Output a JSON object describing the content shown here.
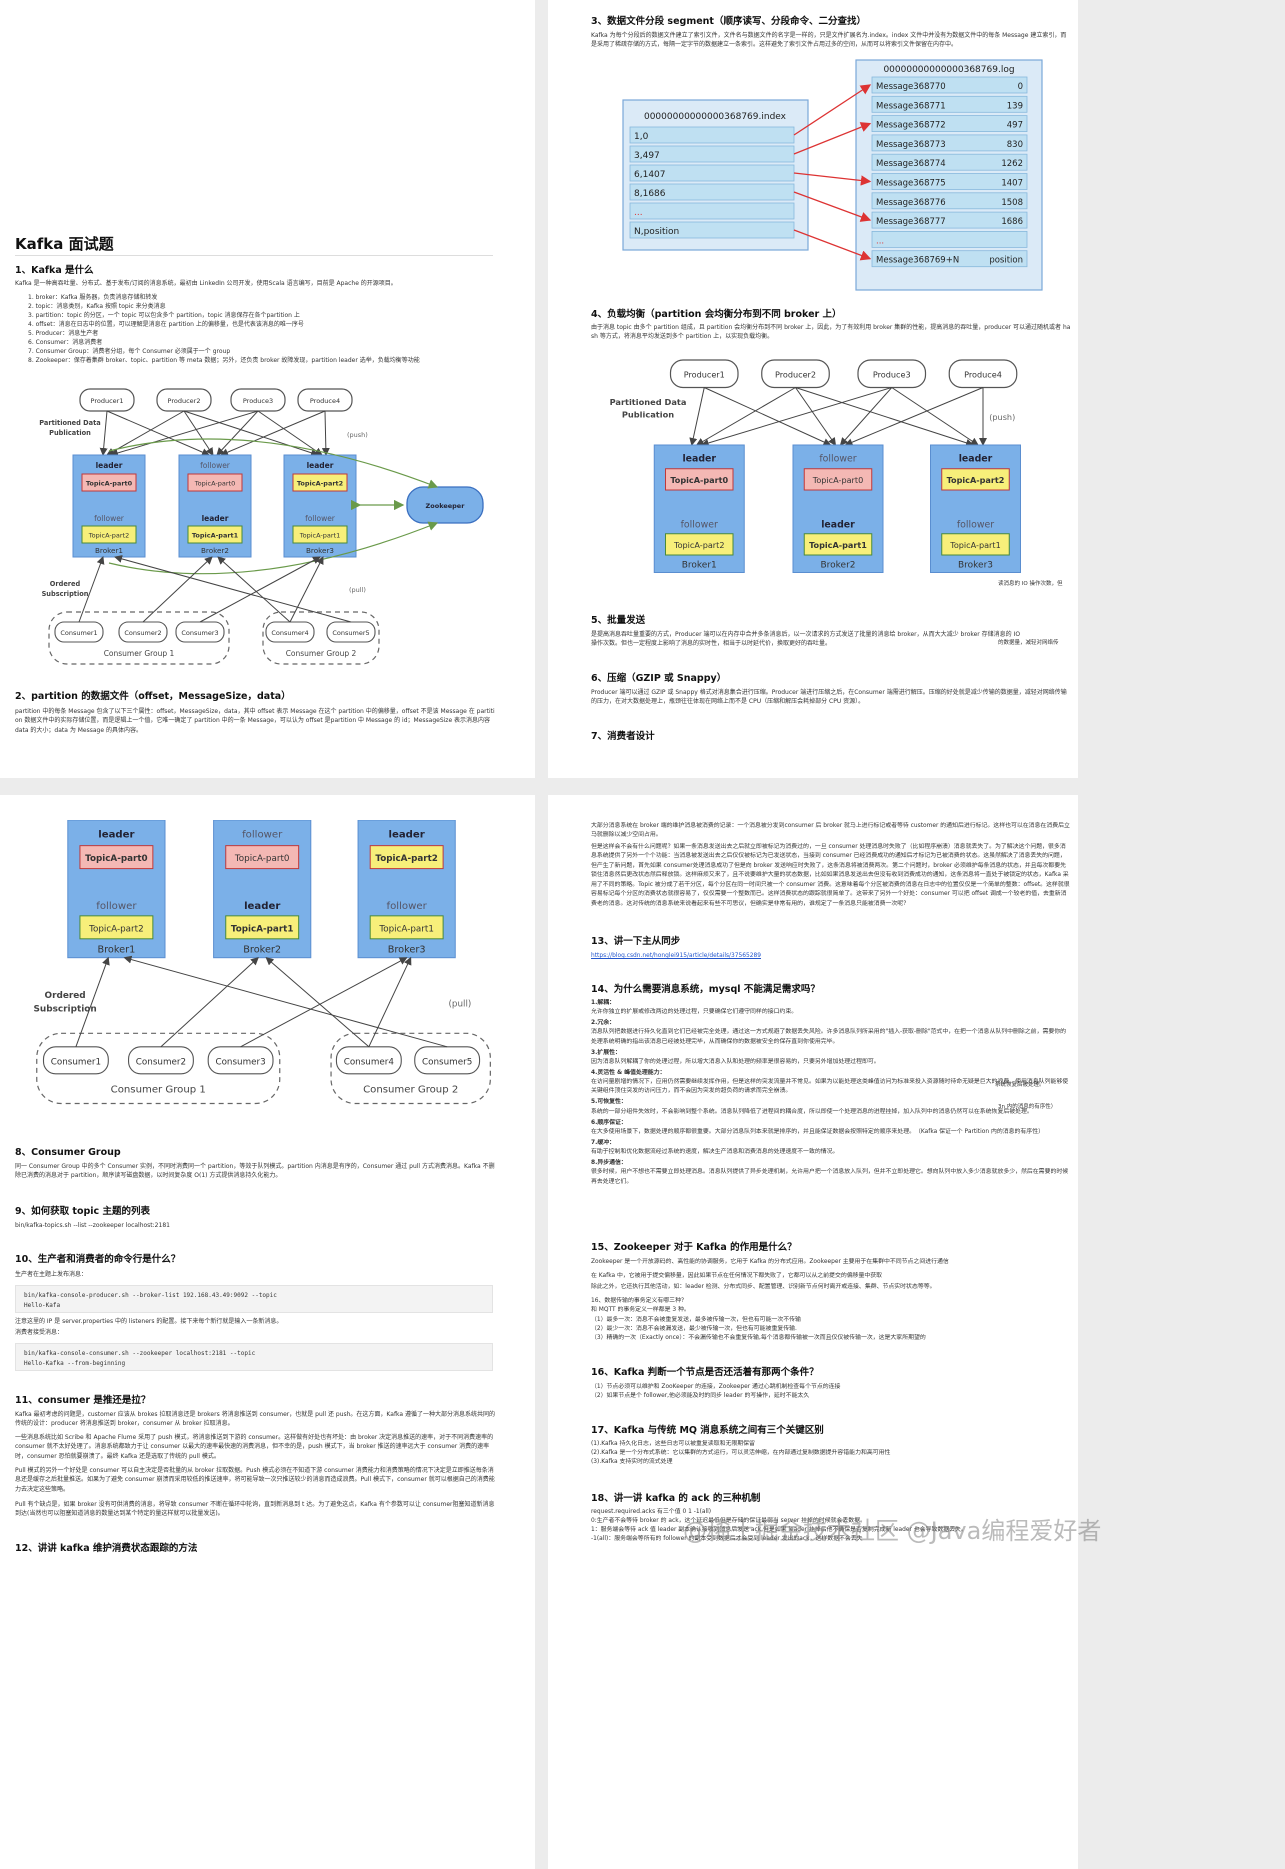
{
  "page1": {
    "title": "Kafka 面试题",
    "q1_title": "1、Kafka 是什么",
    "q1_intro": "Kafka 是一种高吞吐量、分布式、基于发布/订阅的消息系统，最初由 LinkedIn 公司开发，使用Scala 语言编写，目前是 Apache 的开源项目。",
    "q1_items": [
      "1. broker：Kafka 服务器，负责消息存储和转发",
      "2. topic：消息类别，Kafka 按照 topic 来分类消息",
      "3. partition：topic 的分区，一个 topic 可以包含多个 partition，topic 消息保存在各个partition 上",
      "4. offset：消息在日志中的位置，可以理解是消息在 partition 上的偏移量，也是代表该消息的唯一序号",
      "5. Producer：消息生产者",
      "6. Consumer：消息消费者",
      "7. Consumer Group：消费者分组，每个 Consumer 必须属于一个 group",
      "8. Zookeeper：保存着集群 broker、topic、partition 等 meta 数据；另外，还负责 broker 故障发现，partition leader 选举，负载均衡等功能"
    ],
    "q2_title": "2、partition 的数据文件（offset，MessageSize，data）",
    "q2_text": "partition 中的每条 Message 包含了以下三个属性：offset，MessageSize，data，其中 offset 表示 Message 在这个 partition 中的偏移量，offset 不是该 Message 在 partition 数据文件中的实际存储位置，而是逻辑上一个值，它唯一确定了 partition 中的一条 Message，可以认为 offset 是partition 中 Message 的 id；MessageSize 表示消息内容 data 的大小；data 为 Message 的具体内容。"
  },
  "page2": {
    "q3_title": "3、数据文件分段 segment（顺序读写、分段命令、二分查找）",
    "q3_text": "Kafka 为每个分段后的数据文件建立了索引文件，文件名与数据文件的名字是一样的，只是文件扩展名为.index。index 文件中并没有为数据文件中的每条 Message 建立索引，而是采用了稀疏存储的方式，每隔一定字节的数据建立一条索引。这样避免了索引文件占用过多的空间，从而可以将索引文件保留在内存中。",
    "index_file": "00000000000000368769.index",
    "index_rows": [
      "1,0",
      "3,497",
      "6,1407",
      "8,1686",
      "...",
      "N,position"
    ],
    "log_file": "00000000000000368769.log",
    "log_rows": [
      [
        "Message368770",
        "0"
      ],
      [
        "Message368771",
        "139"
      ],
      [
        "Message368772",
        "497"
      ],
      [
        "Message368773",
        "830"
      ],
      [
        "Message368774",
        "1262"
      ],
      [
        "Message368775",
        "1407"
      ],
      [
        "Message368776",
        "1508"
      ],
      [
        "Message368777",
        "1686"
      ],
      [
        "...",
        ""
      ],
      [
        "Message368769+N",
        "position"
      ]
    ],
    "q4_title": "4、负载均衡（partition 会均衡分布到不同 broker 上）",
    "q4_text": "由于消息 topic 由多个 partition 组成，且 partition 会均衡分布到不同 broker 上，因此，为了有效利用 broker 集群的性能，提高消息的吞吐量，producer 可以通过随机或者 hash 等方式，将消息平均发送到多个 partition 上，以实现负载均衡。",
    "side_note": "读消息的 IO 操作次数，但",
    "q5_title": "5、批量发送",
    "q5_text": "是提高消息吞吐量重要的方式，Producer 端可以在内存中合并多条消息后，以一次请求的方式发送了批量的消息给 broker，从而大大减少 broker 存储消息的 IO 操作次数。但也一定程度上影响了消息的实时性，相当于以时延代价，换取更好的吞吐量。",
    "q5_side": "的数据量，减轻对网络传",
    "q6_title": "6、压缩（GZIP 或 Snappy）",
    "q6_text": "Producer 端可以通过 GZIP 或 Snappy 格式对消息集合进行压缩。Producer 端进行压缩之后，在Consumer 端需进行解压。压缩的好处就是减少传输的数据量，减轻对网络传输的压力，在对大数据处理上，瓶颈往往体现在网络上而不是 CPU（压缩和解压会耗掉部分 CPU 资源）。",
    "q7_title": "7、消费者设计"
  },
  "cluster": {
    "producers": [
      "Producer1",
      "Producer2",
      "Produce3",
      "Produce4"
    ],
    "publication": [
      "Partitioned Data",
      "Publication"
    ],
    "push": "(push)",
    "pull": "(pull)",
    "zookeeper": "Zookeeper",
    "brokers": [
      {
        "name": "Broker1",
        "top_role": "leader",
        "top_part": "TopicA-part0",
        "bottom_role": "follower",
        "bottom_part": "TopicA-part2"
      },
      {
        "name": "Broker2",
        "top_role": "follower",
        "top_part": "TopicA-part0",
        "bottom_role": "leader",
        "bottom_part": "TopicA-part1"
      },
      {
        "name": "Broker3",
        "top_role": "leader",
        "top_part": "TopicA-part2",
        "bottom_role": "follower",
        "bottom_part": "TopicA-part1"
      }
    ],
    "subscription": [
      "Ordered",
      "Subscription"
    ],
    "consumers": [
      "Consumer1",
      "Consumer2",
      "Consumer3",
      "Consumer4",
      "Consumer5"
    ],
    "groups": [
      "Consumer Group 1",
      "Consumer Group 2"
    ]
  },
  "page3": {
    "q8_title": "8、Consumer Group",
    "q8_text": "同一 Consumer Group 中的多个 Consumer 实例，不同时消费同一个 partition，等效于队列模式。partition 内消息是有序的，Consumer 通过 pull 方式消费消息。Kafka 不删除已消费的消息对于 partition，顺序读写磁盘数据，以时间复杂度 O(1) 方式提供消息持久化能力。",
    "q9_title": "9、如何获取 topic 主题的列表",
    "q9_text": "bin/kafka-topics.sh --list --zookeeper localhost:2181",
    "q10_title": "10、生产者和消费者的命令行是什么？",
    "q10_text1": "生产者在主题上发布消息：",
    "q10_code1": "bin/kafka-console-producer.sh --broker-list 192.168.43.49:9092 --topic\nHello-Kafa",
    "q10_text2": "注意这里的 IP 是 server.properties 中的 listeners 的配置。接下来每个新行就是输入一条新消息。",
    "q10_text3": "消费者接受消息：",
    "q10_code2": "bin/kafka-console-consumer.sh --zookeeper localhost:2181 --topic\nHello-Kafka --from-beginning",
    "q11_title": "11、consumer 是推还是拉？",
    "q11_text1": "Kafka 最初考虑的问题是，customer 应该从 brokes 拉取消息还是 brokers 将消息推送到 consumer，也就是 pull 还 push。在这方面，Kafka 遵循了一种大部分消息系统共同的传统的设计：producer 将消息推送到 broker，consumer 从 broker 拉取消息。",
    "q11_text2": "一些消息系统比如 Scribe 和 Apache Flume 采用了 push 模式，将消息推送到下游的 consumer。这样做有好处也有坏处：由 broker 决定消息推送的速率，对于不同消费速率的 consumer 就不太好处理了。消息系统都致力于让 consumer 以最大的速率最快速的消费消息，但不幸的是，push 模式下，当 broker 推送的速率远大于 consumer 消费的速率时，consumer 恐怕就要崩溃了。最终 Kafka 还是选取了传统的 pull 模式。",
    "q11_text3": "Pull 模式的另外一个好处是 consumer 可以自主决定是否批量的从 broker 拉取数据。Push 模式必须在不知道下游 consumer 消费能力和消费策略的情况下决定是立即推送每条消息还是缓存之后批量推送。如果为了避免 consumer 崩溃而采用较低的推送速率，将可能导致一次只推送较少的消息而造成浪费。Pull 模式下，consumer 就可以根据自己的消费能力去决定这些策略。",
    "q11_text4": "Pull 有个缺点是，如果 broker 没有可供消费的消息，将导致 consumer 不断在循环中轮询，直到新消息到 t 达。为了避免这点，Kafka 有个参数可以让 consumer阻塞知道新消息到达(当然也可以阻塞知道消息的数量达到某个特定的量这样就可以批量发送)。",
    "q12_title": "12、讲讲 kafka 维护消费状态跟踪的方法"
  },
  "page4": {
    "intro": "大部分消息系统在 broker 端的维护消息被消费的记录：一个消息被分发到consumer 后 broker 就马上进行标记或者等待 customer 的通知后进行标记。这样也可以在消息在消费后立马就删除以减少空间占用。",
    "intro2": "但是这样会不会有什么问题呢？如果一条消息发送出去之后就立即被标记为消费过的，一旦 consumer 处理消息时失败了（比如程序崩溃）消息就丢失了。为了解决这个问题，很多消息系统提供了另外一个个功能：当消息被发送出去之后仅仅被标记为已发送状态，当接到 consumer 已经消费成功的通知后才标记为已被消费的状态。这虽然解决了消息丢失的问题，但产生了新问题，首先如果 consumer处理消息成功了但是向 broker 发送响应时失败了，这条消息将被消费两次。第二个问题时，broker 必须维护每条消息的状态，并且每次都要先锁住消息然后更改状态然后释放锁。这样麻烦又来了，且不说要维护大量的状态数据，比如如果消息发送出去但没有收到消费成功的通知，这条消息将一直处于被锁定的状态，Kafka 采用了不同的策略。Topic 被分成了若干分区，每个分区在同一时间只被一个 consumer 消费。这意味着每个分区被消费的消息在日志中的位置仅仅是一个简单的整数：offset。这样就很容易标记每个分区的消费状态就很容易了，仅仅需要一个整数而已。这样消费状态的跟踪就很简单了。这带来了另外一个好处：consumer 可以把 offset 调成一个较老的值，去重新消费老的消息。这对传统的消息系统来说看起来有些不可思议，但确实是非常有用的，谁规定了一条消息只能被消费一次呢？",
    "q13_title": "13、讲一下主从同步",
    "q13_link": "https://blog.csdn.net/honglei915/article/details/37565289",
    "q14_title": "14、为什么需要消息系统，mysql 不能满足需求吗？",
    "q14_items": [
      {
        "h": "1.解耦：",
        "t": "允许你独立的扩展或修改两边的处理过程，只要确保它们遵守同样的接口约束。"
      },
      {
        "h": "2.冗余：",
        "t": "消息队列把数据进行持久化直到它们已经被完全处理，通过这一方式规避了数据丢失风险。许多消息队列所采用的\"插入-获取-删除\"范式中，在把一个消息从队列中删除之前，需要你的处理系统明确的指出该消息已经被处理完毕，从而确保你的数据被安全的保存直到你使用完毕。"
      },
      {
        "h": "3.扩展性：",
        "t": "因为消息队列解耦了你的处理过程，所以增大消息入队和处理的频率是很容易的，只要另外增加处理过程即可。"
      },
      {
        "h": "4.灵活性 & 峰值处理能力：",
        "t": "在访问量剧增的情况下，应用仍然需要继续发挥作用，但是这样的突发流量并不常见。如果为以能处理这类峰值访问为标准来投入资源随时待命无疑是巨大的浪费。使用消息队列能够使关键组件顶住突发的访问压力，而不会因为突发的超负荷的请求而完全崩溃。"
      },
      {
        "h": "5.可恢复性：",
        "t": "系统的一部分组件失效时，不会影响到整个系统。消息队列降低了进程间的耦合度，所以即使一个处理消息的进程挂掉，加入队列中的消息仍然可以在系统恢复后被处理。"
      },
      {
        "h": "6.顺序保证：",
        "t": "在大多使用场景下，数据处理的顺序都很重要。大部分消息队列本来就是排序的，并且能保证数据会按照特定的顺序来处理。（Kafka 保证一个 Partition 内的消息的有序性）"
      },
      {
        "h": "7.缓冲：",
        "t": "有助于控制和优化数据流经过系统的速度，解决生产消息和消费消息的处理速度不一致的情况。"
      },
      {
        "h": "8.异步通信：",
        "t": "很多时候，用户不想也不需要立即处理消息。消息队列提供了异步处理机制，允许用户把一个消息放入队列，但并不立即处理它。想向队列中放入多少消息就放多少，然后在需要的时候再去处理它们。"
      }
    ],
    "q14_side1": "系统恢复后被处理。",
    "q14_side2": "3n 内的消息的有序性）",
    "q15_title": "15、Zookeeper 对于 Kafka 的作用是什么？",
    "q15_text1": "Zookeeper 是一个开放源码的、高性能的协调服务，它用于 Kafka 的分布式应用。Zookeeper 主要用于在集群中不同节点之间进行通信",
    "q15_text2": "在 Kafka 中，它被用于提交偏移量，因此如果节点在任何情况下都失败了，它都可以从之前提交的偏移量中获取",
    "q15_text3": "除此之外，它还执行其他活动，如：leader 检测、分布式同步、配置管理、识别新节点何时离开或连接、集群、节点实时状态等等。",
    "q15_text4": "16、数据传输的事务定义有哪三种？",
    "q15_text5": "和 MQTT 的事务定义一样都是 3 种。",
    "q15_items": [
      "（1）最多一次：消息不会被重复发送，最多被传输一次，但也有可能一次不传输",
      "（2）最少一次：消息不会被漏发送，最少被传输一次，但也有可能被重复传输.",
      "（3）精确的一次（Exactly once）：不会漏传输也不会重复传输,每个消息都传输被一次而且仅仅被传输一次，这是大家所期望的"
    ],
    "q16_title": "16、Kafka 判断一个节点是否还活着有那两个条件？",
    "q16_items": [
      "（1）节点必须可以维护和 ZooKeeper 的连接，Zookeeper 通过心跳机制检查每个节点的连接",
      "（2）如果节点是个 follower,他必须能及时的同步 leader 的写操作，延时不能太久"
    ],
    "q17_title": "17、Kafka 与传统 MQ 消息系统之间有三个关键区别",
    "q17_items": [
      "(1).Kafka 持久化日志，这些日志可以被重复读取和无限期保留",
      "(2).Kafka 是一个分布式系统：它以集群的方式运行，可以灵活伸缩，在内部通过复制数据提升容错能力和高可用性",
      "(3).Kafka 支持实时的流式处理"
    ],
    "q18_title": "18、讲一讲 kafka 的 ack 的三种机制",
    "q18_items": [
      "request.required.acks 有三个值 0 1 -1(all)",
      "0:生产者不会等待 broker 的 ack，这个延迟最低但是存储的保证最弱当 server 挂掉的时候就会丢数据。",
      "1：服务端会等待 ack 值 leader 副本确认接收到消息后发送 ack 但是如果 leader 挂掉后他不确保是否复制完成新 leader 也会导致数据丢失。",
      "-1(all)：服务端会等所有的 follower 的副本受到数据后才会受到 leader 发出的ack，这样数据不会丢失"
    ],
    "watermark": "@稀土掘金技术社区 @Java编程爱好者",
    "watermark2": "知乎 @"
  }
}
